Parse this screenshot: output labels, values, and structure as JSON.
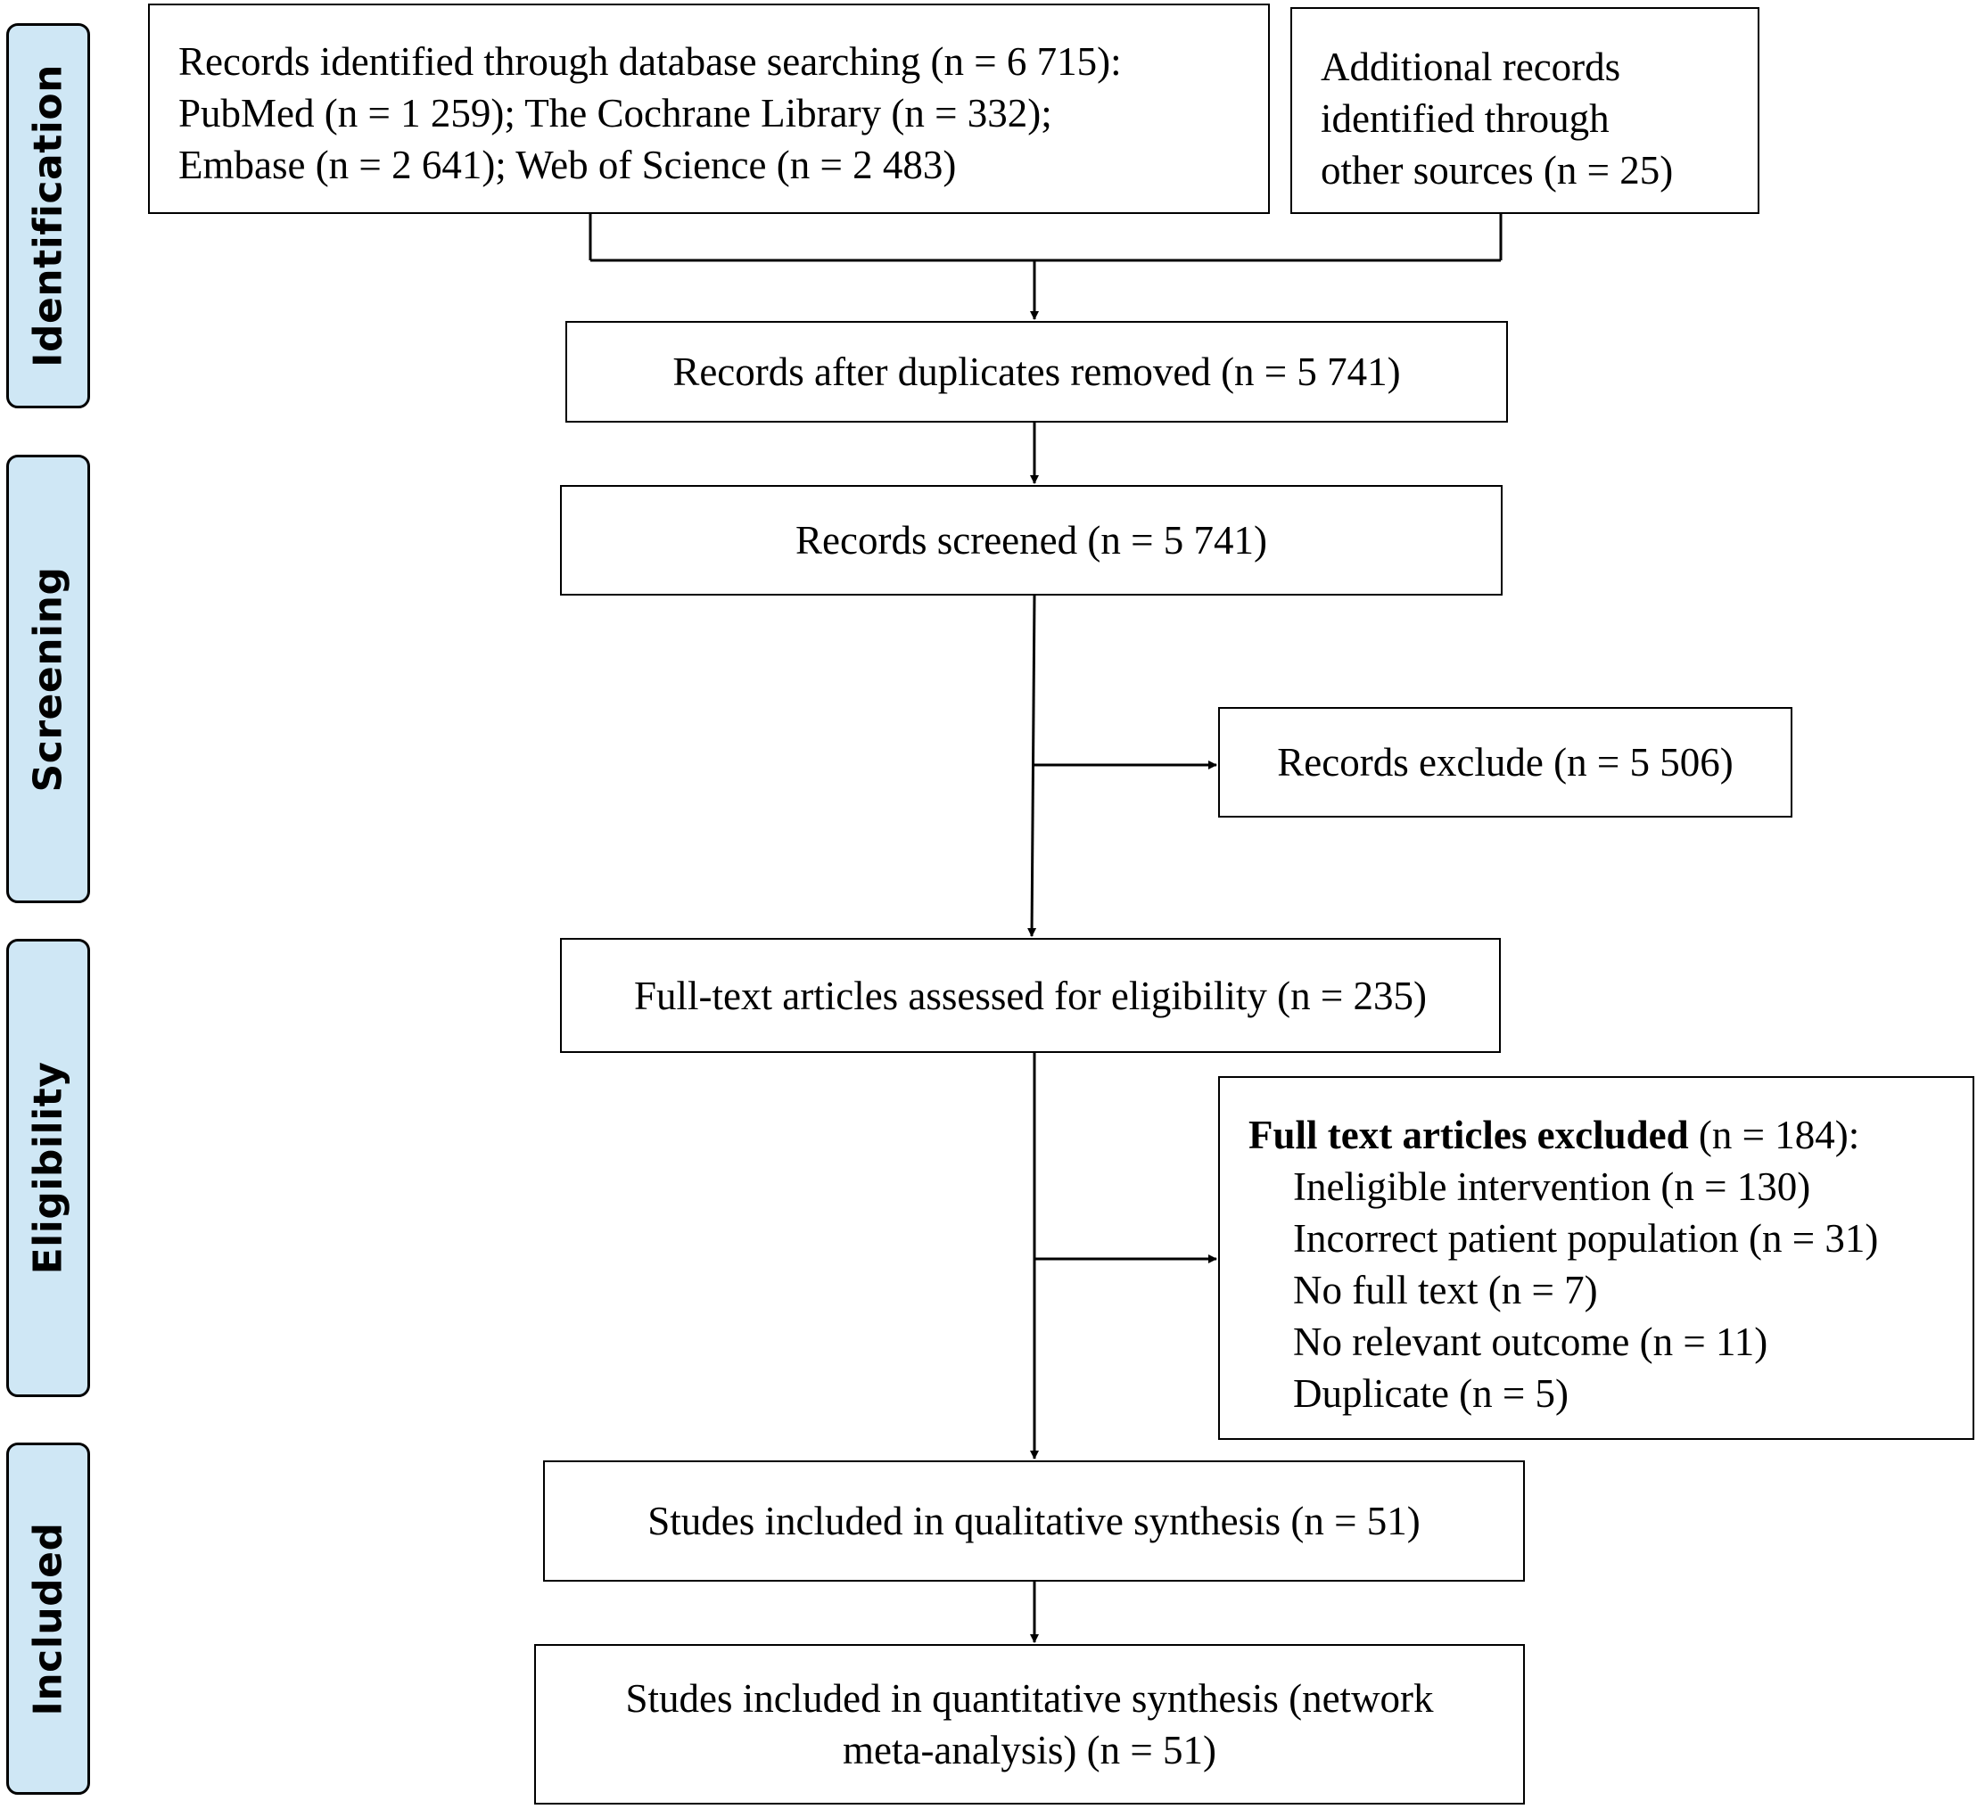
{
  "stages": [
    {
      "id": "identification",
      "label": "Identification"
    },
    {
      "id": "screening",
      "label": "Screening"
    },
    {
      "id": "eligibility",
      "label": "Eligibility"
    },
    {
      "id": "included",
      "label": "Included"
    }
  ],
  "boxes": {
    "database_records": {
      "lines": [
        "Records identified through database searching (n = 6 715):",
        "PubMed (n = 1 259); The Cochrane Library (n = 332);",
        "Embase (n = 2 641); Web of Science (n = 2 483)"
      ]
    },
    "additional_records": {
      "lines": [
        "Additional records",
        "identified through",
        "other sources (n = 25)"
      ]
    },
    "after_duplicates": {
      "text": "Records after duplicates removed (n = 5 741)"
    },
    "screened": {
      "text": "Records screened (n = 5 741)"
    },
    "excluded": {
      "text": "Records exclude (n = 5 506)"
    },
    "full_text_assessed": {
      "text": "Full-text articles assessed for eligibility (n = 235)"
    },
    "full_text_excluded": {
      "heading_bold": "Full text articles excluded",
      "heading_rest": " (n = 184):",
      "reasons": [
        "Ineligible intervention (n = 130)",
        "Incorrect patient population (n = 31)",
        "No full text (n = 7)",
        "No relevant outcome (n = 11)",
        "Duplicate (n = 5)"
      ]
    },
    "qualitative": {
      "text": "Studes included in qualitative synthesis (n = 51)"
    },
    "quantitative": {
      "lines": [
        "Studes included in quantitative synthesis (network",
        "meta-analysis) (n = 51)"
      ]
    }
  }
}
